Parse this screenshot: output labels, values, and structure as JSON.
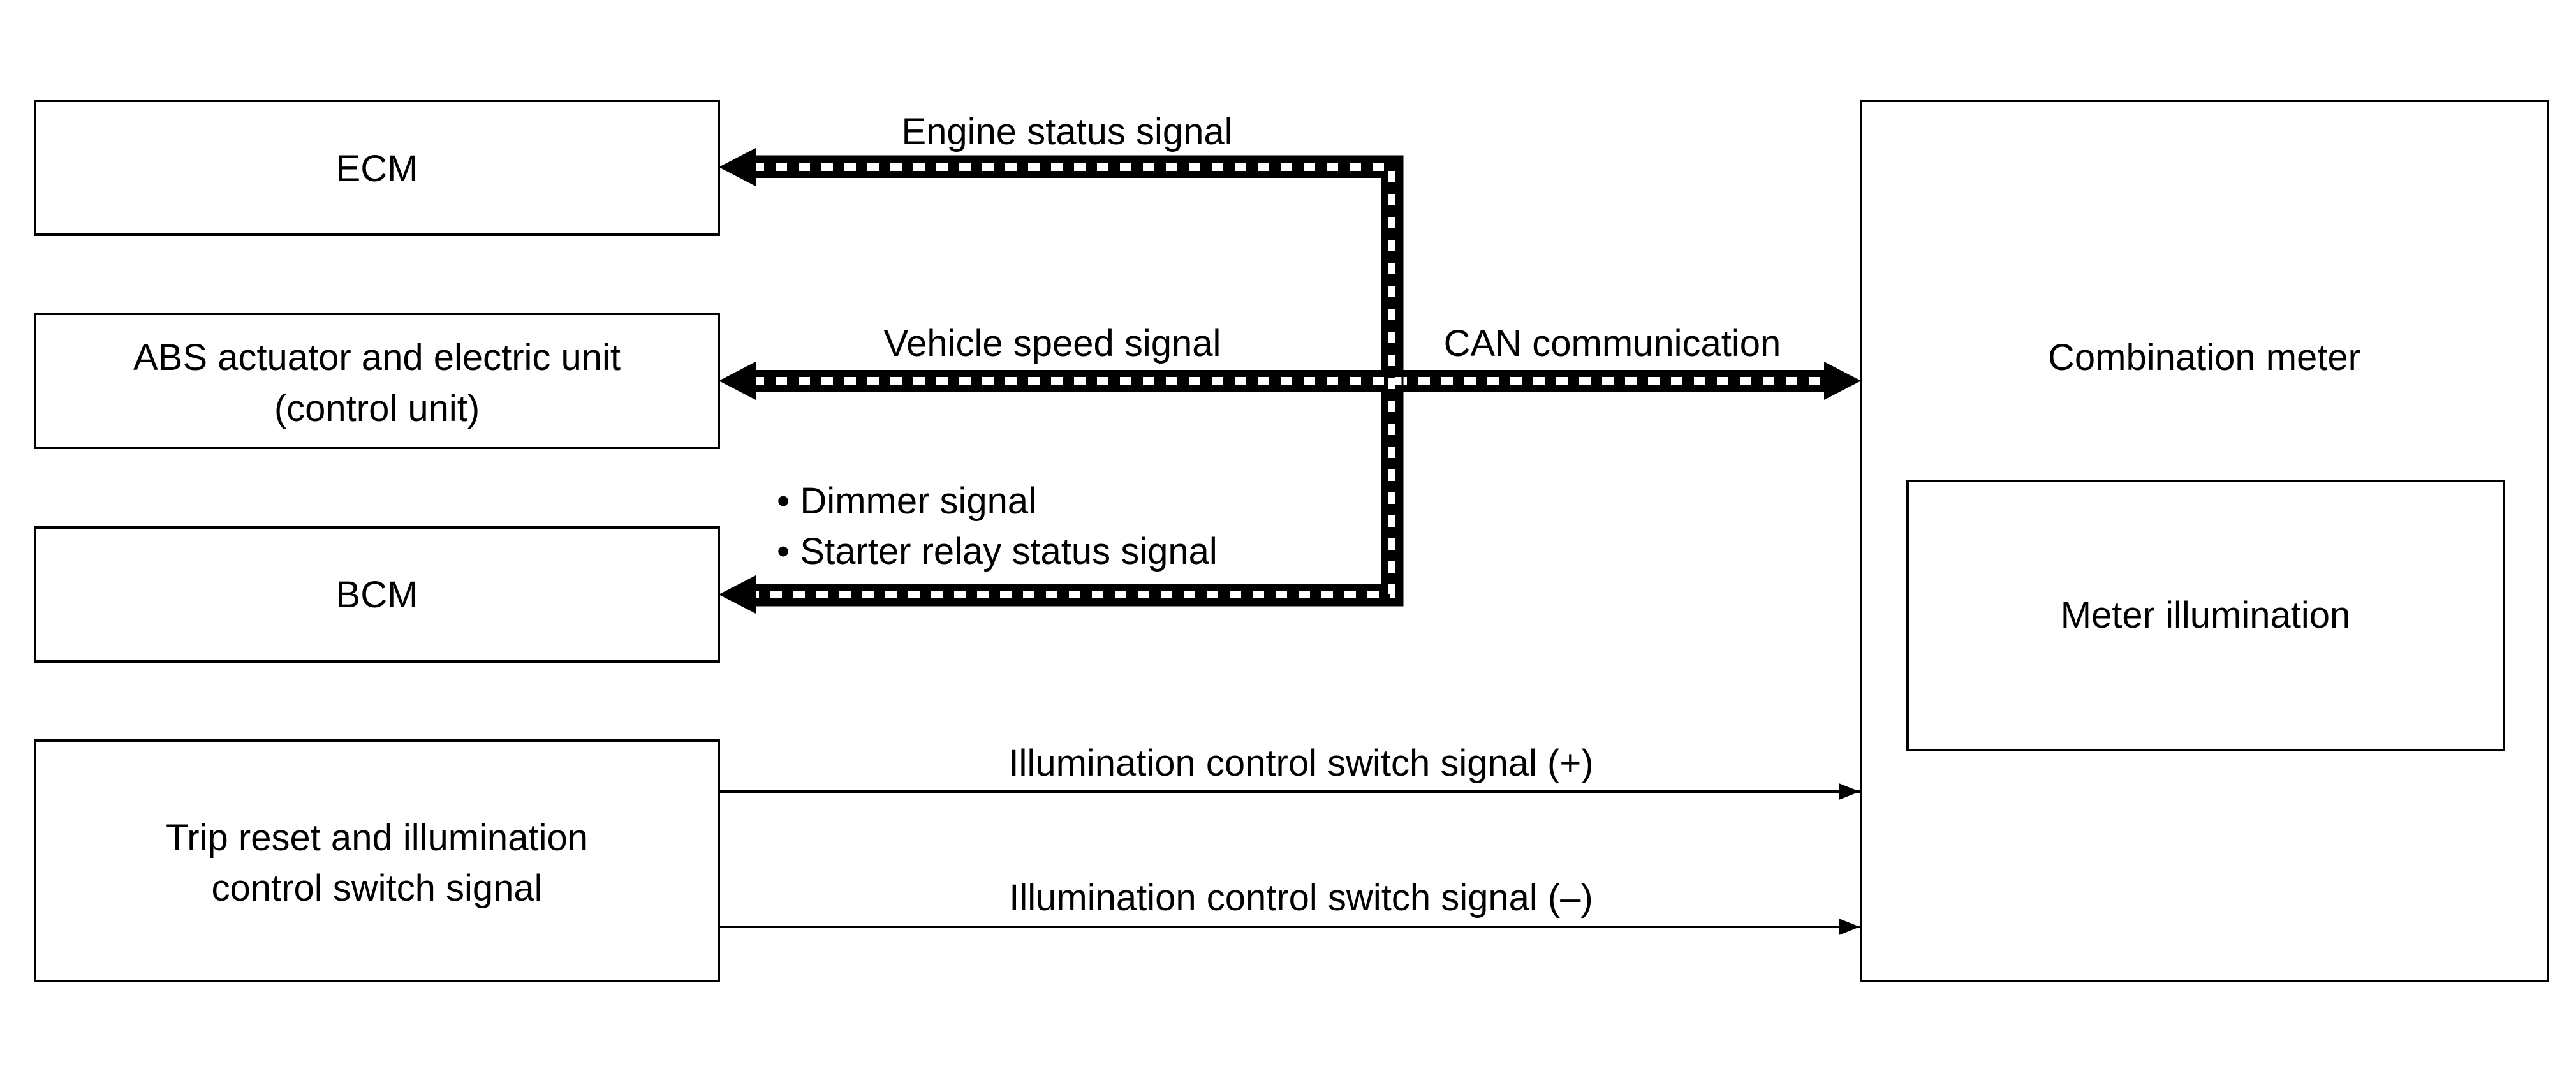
{
  "blocks": {
    "ecm": "ECM",
    "abs_line1": "ABS actuator and electric unit",
    "abs_line2": "(control unit)",
    "bcm": "BCM",
    "trip_line1": "Trip reset and illumination",
    "trip_line2": "control switch signal",
    "combination_meter": "Combination meter",
    "meter_illumination": "Meter illumination"
  },
  "signals": {
    "engine_status": "Engine status signal",
    "vehicle_speed": "Vehicle speed signal",
    "can_communication": "CAN communication",
    "dimmer": "• Dimmer signal",
    "starter_relay": "• Starter relay status signal",
    "illum_plus": "Illumination control switch signal (+)",
    "illum_minus": "Illumination control switch signal (–)"
  },
  "legend_styles": {
    "can_line": "dashed black-and-white bus line",
    "hardwire": "thin solid line"
  }
}
